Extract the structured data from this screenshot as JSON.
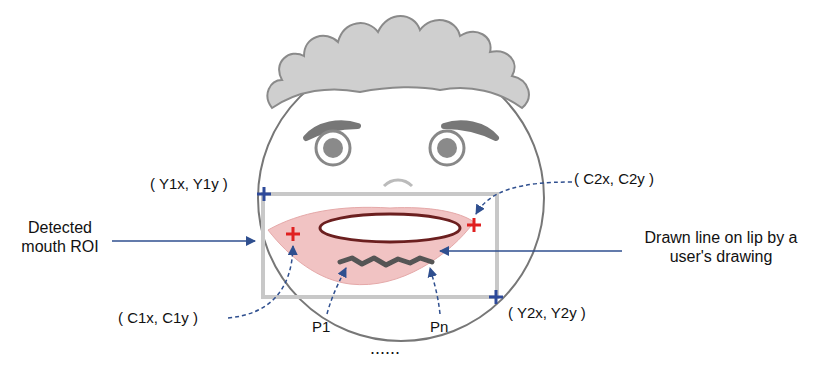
{
  "diagram": {
    "labels": [
      "Detected mouth ROI",
      "( Y1x, Y1y )",
      "( C2x, C2y )",
      "( C1x, C1y )",
      "( Y2x, Y2y )",
      "Drawn line on lip by a user's drawing",
      "P1",
      "Pn",
      "......"
    ]
  }
}
